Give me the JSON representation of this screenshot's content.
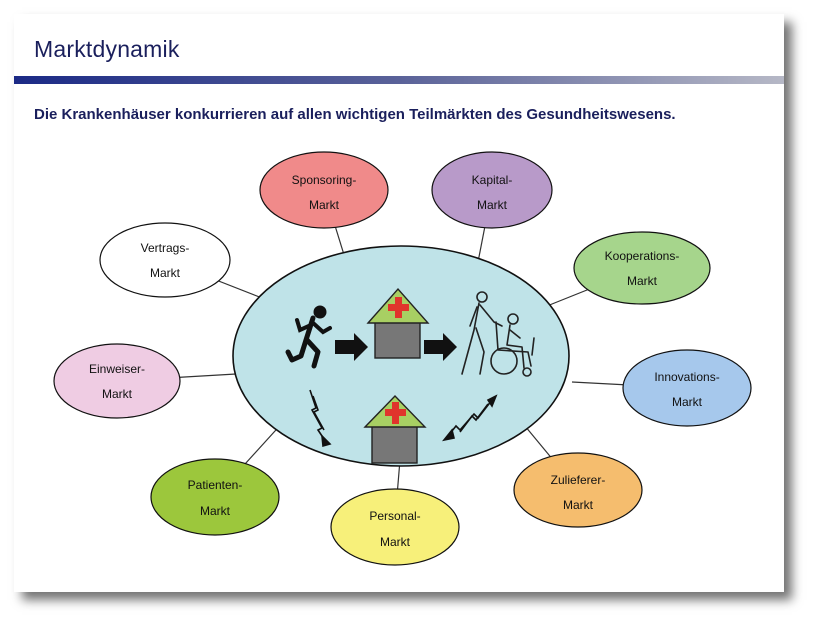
{
  "slide": {
    "title": "Marktdynamik",
    "subtitle": "Die Krankenhäuser konkurrieren auf allen wichtigen Teilmärkten des Gesundheitswesens."
  },
  "colors": {
    "title_text": "#1a1f5c",
    "hub_fill": "#bfe3e8"
  },
  "markets": [
    {
      "id": "sponsoring",
      "line1": "Sponsoring-",
      "line2": "Markt",
      "color": "#f08a8a"
    },
    {
      "id": "kapital",
      "line1": "Kapital-",
      "line2": "Markt",
      "color": "#b89ac9"
    },
    {
      "id": "kooperations",
      "line1": "Kooperations-",
      "line2": "Markt",
      "color": "#a6d58c"
    },
    {
      "id": "innovations",
      "line1": "Innovations-",
      "line2": "Markt",
      "color": "#a6c8ec"
    },
    {
      "id": "zulieferer",
      "line1": "Zulieferer-",
      "line2": "Markt",
      "color": "#f5bd6e"
    },
    {
      "id": "personal",
      "line1": "Personal-",
      "line2": "Markt",
      "color": "#f7f07a"
    },
    {
      "id": "patienten",
      "line1": "Patienten-",
      "line2": "Markt",
      "color": "#9cc73c"
    },
    {
      "id": "einweiser",
      "line1": "Einweiser-",
      "line2": "Markt",
      "color": "#efcce3"
    },
    {
      "id": "vertrags",
      "line1": "Vertrags-",
      "line2": "Markt",
      "color": "#ffffff"
    }
  ],
  "icons": [
    "running-person-icon",
    "hospital-icon",
    "wheelchair-patient-icon",
    "lightning-bolt-icon"
  ]
}
